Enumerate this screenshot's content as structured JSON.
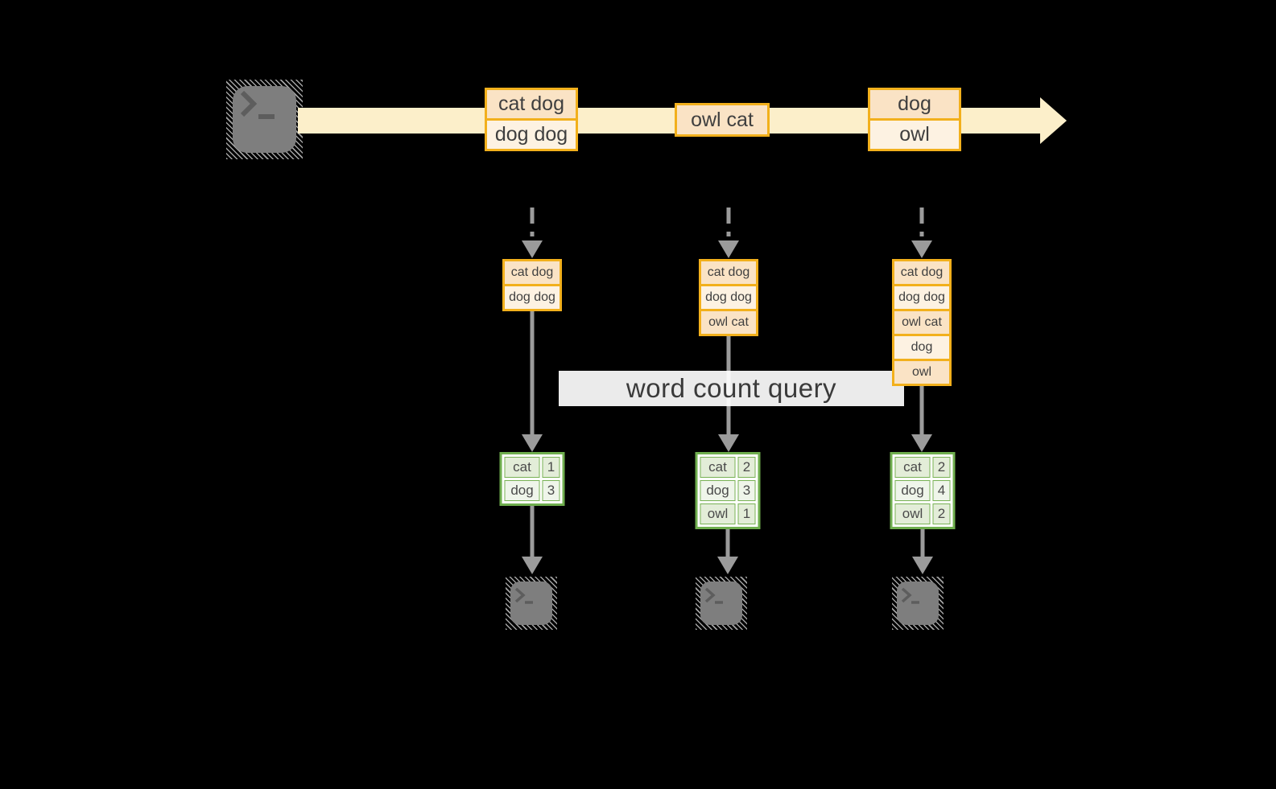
{
  "query": {
    "label": "word count query"
  },
  "timeline": {
    "batches": [
      {
        "items": [
          "cat dog",
          "dog dog"
        ]
      },
      {
        "items": [
          "owl cat"
        ]
      },
      {
        "items": [
          "dog",
          "owl"
        ]
      }
    ]
  },
  "columns": [
    {
      "buffer": [
        "cat dog",
        "dog dog"
      ],
      "counts": [
        {
          "word": "cat",
          "count": "1"
        },
        {
          "word": "dog",
          "count": "3"
        }
      ]
    },
    {
      "buffer": [
        "cat dog",
        "dog dog",
        "owl cat"
      ],
      "counts": [
        {
          "word": "cat",
          "count": "2"
        },
        {
          "word": "dog",
          "count": "3"
        },
        {
          "word": "owl",
          "count": "1"
        }
      ]
    },
    {
      "buffer": [
        "cat dog",
        "dog dog",
        "owl cat",
        "dog",
        "owl"
      ],
      "counts": [
        {
          "word": "cat",
          "count": "2"
        },
        {
          "word": "dog",
          "count": "4"
        },
        {
          "word": "owl",
          "count": "2"
        }
      ]
    }
  ],
  "icons": {
    "source": "terminal-icon",
    "sinks": [
      "terminal-icon",
      "terminal-icon",
      "terminal-icon"
    ]
  },
  "colors": {
    "background": "#000000",
    "timeline_fill": "#FCEFCA",
    "box_border": "#F2B01C",
    "box_fill_peach": "#FAE3C5",
    "box_fill_cream": "#FDF2E2",
    "table_border": "#6FAE4E",
    "table_cell_green": "#E3EDD8",
    "table_cell_light": "#EFF5EA",
    "arrow_gray": "#9B9B9B",
    "terminal_gray": "#7E7E7E",
    "query_band": "#FFFFFF",
    "text_dark": "#3F3F3F"
  }
}
